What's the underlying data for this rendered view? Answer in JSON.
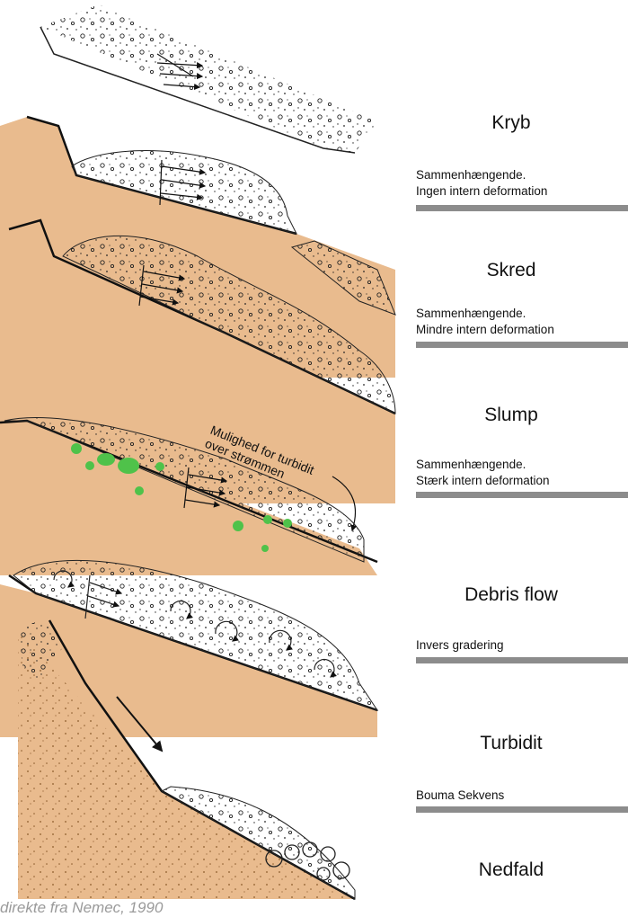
{
  "types": [
    {
      "title": "Kryb",
      "desc": [
        "Sammenhængende.",
        "Ingen intern deformation"
      ]
    },
    {
      "title": "Skred",
      "desc": [
        "Sammenhængende.",
        "Mindre intern deformation"
      ]
    },
    {
      "title": "Slump",
      "desc": [
        "Sammenhængende.",
        "Stærk intern deformation"
      ]
    },
    {
      "title": "Debris flow",
      "desc": [
        "Invers gradering"
      ]
    },
    {
      "title": "Turbidit",
      "desc": [
        "Bouma Sekvens"
      ]
    },
    {
      "title": "Nedfald",
      "desc": []
    }
  ],
  "annotation": {
    "line1": "Mulighed for turbidit",
    "line2": "over strømmen"
  },
  "source": "direkte fra Nemec, 1990",
  "colors": {
    "sediment": "#e9bb8e",
    "clast_green": "#4fc24a",
    "bar": "#8c8c8c",
    "ink": "#111111"
  }
}
